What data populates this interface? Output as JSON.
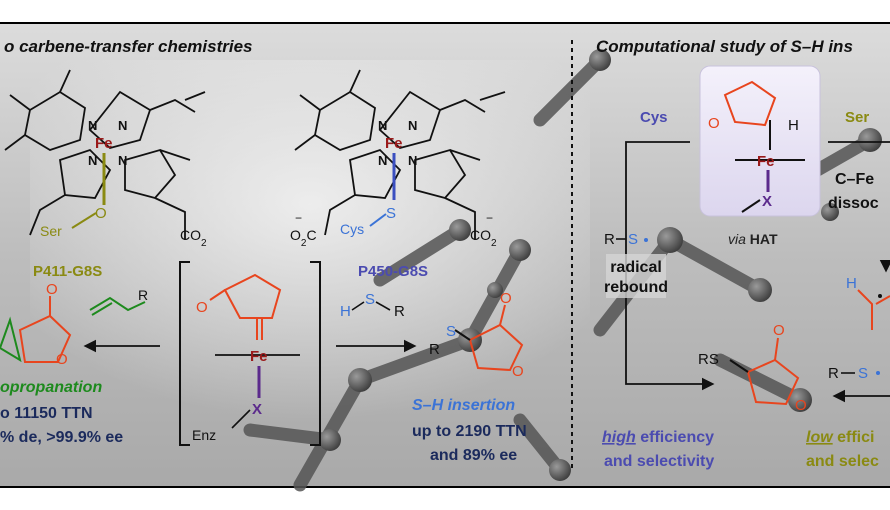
{
  "left_panel": {
    "heading": "o carbene-transfer chemistries",
    "enzyme_left": {
      "name": "P411-G8S",
      "ligand": "Ser",
      "ligand_atom": "O",
      "metal": "Fe"
    },
    "enzyme_right": {
      "name": "P450-G8S",
      "ligand": "Cys",
      "ligand_atom": "S",
      "metal": "Fe"
    },
    "intermediate": {
      "metal": "Fe",
      "axial": "X",
      "enz": "Enz"
    },
    "cyclopropanation": {
      "label": "opropanation",
      "stat1": "o 11150 TTN",
      "stat2": "% de, >99.9% ee"
    },
    "sh_insertion": {
      "label": "S–H insertion",
      "stat1": "up to 2190 TTN",
      "stat2": "and 89% ee"
    },
    "reagent_left": "R",
    "reagent_right": {
      "h": "H",
      "s": "S",
      "r": "R"
    },
    "product_right": {
      "r": "R",
      "s": "S",
      "o": "O"
    },
    "product_left": {
      "o": "O"
    },
    "co2": "CO",
    "co2_sub": "2",
    "o2c": "O",
    "o2c_sub": "2",
    "o2c_c": "C",
    "minus": "−"
  },
  "right_panel": {
    "heading": "Computational study of S–H ins",
    "cys": "Cys",
    "ser": "Ser",
    "box": {
      "metal": "Fe",
      "axial": "X",
      "h": "H",
      "o": "O",
      "caption_via": "via",
      "caption_hat": "HAT"
    },
    "radical": {
      "r": "R",
      "s": "S",
      "label1": "radical",
      "label2": "rebound"
    },
    "cfe": {
      "line1": "C–Fe",
      "line2": "dissoc"
    },
    "product": {
      "rs": "RS",
      "o": "O"
    },
    "rs_right": {
      "r": "R",
      "s": "S"
    },
    "h_right": "H",
    "high": {
      "word": "high",
      "rest": " efficiency",
      "line2": "and selectivity"
    },
    "low": {
      "word": "low",
      "rest": " effici",
      "line2": "and selec"
    }
  },
  "colors": {
    "red": "#e8451e",
    "olive": "#8a8a12",
    "blue": "#3b73d6",
    "purple": "#5b2a8c",
    "green": "#1d8a1d",
    "navy": "#1b2a5c",
    "darkred": "#9a1a1a",
    "indigo": "#4b4bb0"
  }
}
